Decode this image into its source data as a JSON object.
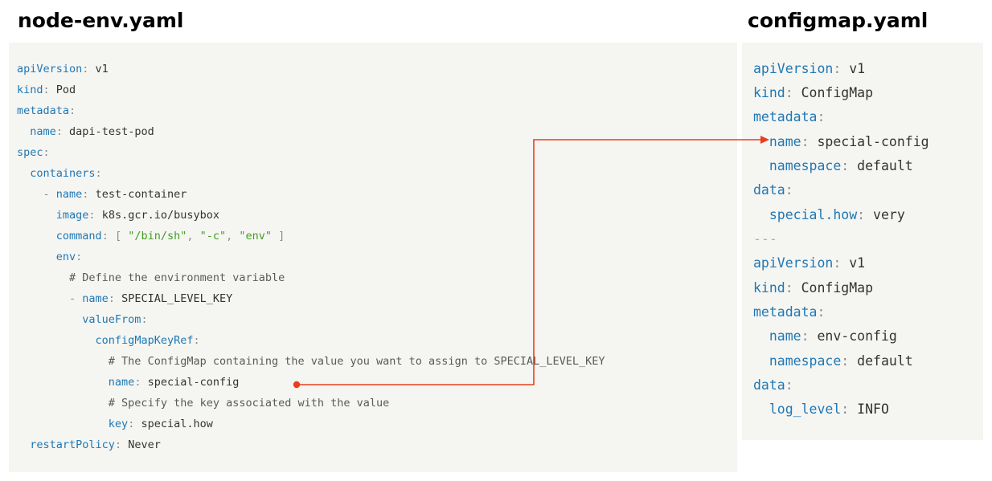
{
  "titles": {
    "left": "node-env.yaml",
    "right": "configmap.yaml"
  },
  "colors": {
    "panel_bg": "#f5f5f2",
    "key": "#1f78b4",
    "punct": "#8a8a8a",
    "value": "#333333",
    "string": "#3f9f1f",
    "comment": "#5a5a5a",
    "arrow": "#e8401c"
  },
  "left": {
    "l1": {
      "k": "apiVersion",
      "p": ":",
      "v": " v1"
    },
    "l2": {
      "k": "kind",
      "p": ":",
      "v": " Pod"
    },
    "l3": {
      "k": "metadata",
      "p": ":"
    },
    "l4": {
      "indent": "  ",
      "k": "name",
      "p": ":",
      "v": " dapi-test-pod"
    },
    "l5": {
      "k": "spec",
      "p": ":"
    },
    "l6": {
      "indent": "  ",
      "k": "containers",
      "p": ":"
    },
    "l7": {
      "indent": "    ",
      "dash": "- ",
      "k": "name",
      "p": ":",
      "v": " test-container"
    },
    "l8": {
      "indent": "      ",
      "k": "image",
      "p": ":",
      "v": " k8s.gcr.io/busybox"
    },
    "l9": {
      "indent": "      ",
      "k": "command",
      "p": ": [ ",
      "s1": "\"/bin/sh\"",
      "c1": ", ",
      "s2": "\"-c\"",
      "c2": ", ",
      "s3": "\"env\"",
      "end": " ]"
    },
    "l10": {
      "indent": "      ",
      "k": "env",
      "p": ":"
    },
    "l11": {
      "indent": "        ",
      "comment": "# Define the environment variable"
    },
    "l12": {
      "indent": "        ",
      "dash": "- ",
      "k": "name",
      "p": ":",
      "v": " SPECIAL_LEVEL_KEY"
    },
    "l13": {
      "indent": "          ",
      "k": "valueFrom",
      "p": ":"
    },
    "l14": {
      "indent": "            ",
      "k": "configMapKeyRef",
      "p": ":"
    },
    "l15": {
      "indent": "              ",
      "comment": "# The ConfigMap containing the value you want to assign to SPECIAL_LEVEL_KEY"
    },
    "l16": {
      "indent": "              ",
      "k": "name",
      "p": ":",
      "v": " special-config"
    },
    "l17": {
      "indent": "              ",
      "comment": "# Specify the key associated with the value"
    },
    "l18": {
      "indent": "              ",
      "k": "key",
      "p": ":",
      "v": " special.how"
    },
    "l19": {
      "indent": "  ",
      "k": "restartPolicy",
      "p": ":",
      "v": " Never"
    }
  },
  "right": {
    "r1": {
      "k": "apiVersion",
      "p": ":",
      "v": " v1"
    },
    "r2": {
      "k": "kind",
      "p": ":",
      "v": " ConfigMap"
    },
    "r3": {
      "k": "metadata",
      "p": ":"
    },
    "r4": {
      "indent": "  ",
      "k": "name",
      "p": ":",
      "v": " special-config"
    },
    "r5": {
      "indent": "  ",
      "k": "namespace",
      "p": ":",
      "v": " default"
    },
    "r6": {
      "k": "data",
      "p": ":"
    },
    "r7": {
      "indent": "  ",
      "k": "special.how",
      "p": ":",
      "v": " very"
    },
    "r8": {
      "sep": "---"
    },
    "r9": {
      "k": "apiVersion",
      "p": ":",
      "v": " v1"
    },
    "r10": {
      "k": "kind",
      "p": ":",
      "v": " ConfigMap"
    },
    "r11": {
      "k": "metadata",
      "p": ":"
    },
    "r12": {
      "indent": "  ",
      "k": "name",
      "p": ":",
      "v": " env-config"
    },
    "r13": {
      "indent": "  ",
      "k": "namespace",
      "p": ":",
      "v": " default"
    },
    "r14": {
      "k": "data",
      "p": ":"
    },
    "r15": {
      "indent": "  ",
      "k": "log_level",
      "p": ":",
      "v": " INFO"
    }
  }
}
